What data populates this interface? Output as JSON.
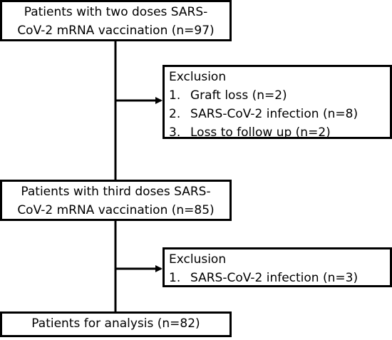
{
  "boxes": {
    "two_doses": {
      "lines": [
        "Patients with two doses SARS-",
        "CoV-2 mRNA vaccination (n=97)"
      ]
    },
    "exclusion_1": {
      "title": "Exclusion",
      "items": [
        {
          "num": "1.",
          "text": "Graft loss (n=2)"
        },
        {
          "num": "2.",
          "text": "SARS-CoV-2 infection (n=8)"
        },
        {
          "num": "3.",
          "text": "Loss to follow up (n=2)"
        }
      ]
    },
    "third_doses": {
      "lines": [
        "Patients with third doses SARS-",
        "CoV-2 mRNA vaccination (n=85)"
      ]
    },
    "exclusion_2": {
      "title": "Exclusion",
      "items": [
        {
          "num": "1.",
          "text": "SARS-CoV-2 infection (n=3)"
        }
      ]
    },
    "analysis": {
      "lines": [
        "Patients for analysis (n=82)"
      ]
    }
  },
  "colors": {
    "stroke": "#000000",
    "background": "#ffffff"
  }
}
